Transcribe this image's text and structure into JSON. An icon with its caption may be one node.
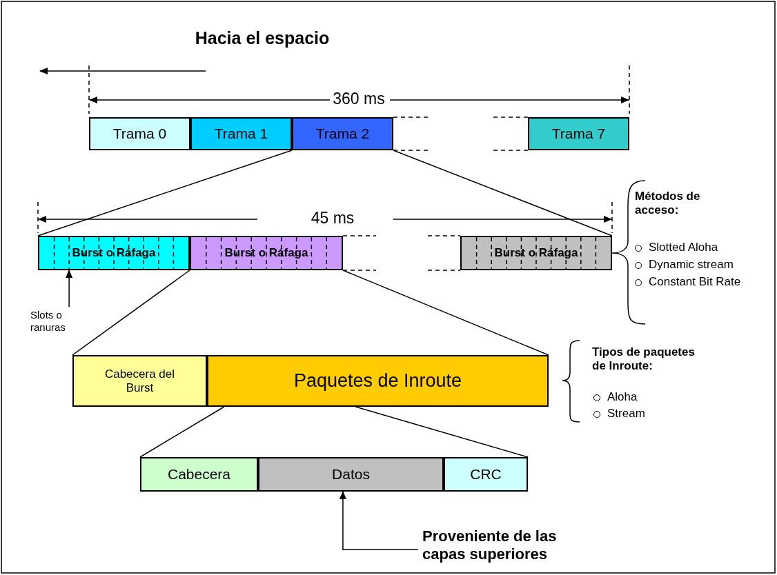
{
  "diagram": {
    "nodes": [
      {
        "text": [
          "Trama 0"
        ]
      },
      {
        "text": [
          "Trama 1"
        ]
      },
      {
        "text": [
          "Trama 2"
        ]
      },
      {
        "text": [
          "Trama 7"
        ]
      },
      {
        "text": [
          "Burst o Ráfaga"
        ]
      },
      {
        "text": [
          "Burst o Ráfaga"
        ]
      },
      {
        "text": [
          "Burst o Ráfaga"
        ]
      },
      {
        "text": [
          "Slots o ranuras"
        ]
      },
      {
        "text": [
          "Cabecera del Burst"
        ]
      },
      {
        "text": [
          "Paquetes de Inroute"
        ]
      },
      {
        "text": [
          "Cabecera"
        ]
      },
      {
        "text": [
          "Datos"
        ]
      },
      {
        "text": [
          "CRC"
        ]
      },
      {
        "text": [
          "Proveniente de las capas superiores"
        ]
      }
    ],
    "edges": [
      {
        "from": 2,
        "to": 4,
        "arrow": "none"
      },
      {
        "from": 2,
        "to": 6,
        "arrow": "none"
      },
      {
        "from": 7,
        "to": 4,
        "arrow": "to"
      },
      {
        "from": 5,
        "to": 8,
        "arrow": "none"
      },
      {
        "from": 5,
        "to": 9,
        "arrow": "none"
      },
      {
        "from": 9,
        "to": 10,
        "arrow": "none"
      },
      {
        "from": 9,
        "to": 12,
        "arrow": "none"
      },
      {
        "from": 13,
        "to": 11,
        "arrow": "to"
      }
    ],
    "labels": [
      "Hacia el espacio",
      "360 ms",
      "45 ms",
      "Métodos de acceso:",
      "Slotted Aloha",
      "Dynamic stream",
      "Constant Bit Rate",
      "Tipos de paquetes de Inroute:",
      "Aloha",
      "Stream"
    ]
  }
}
